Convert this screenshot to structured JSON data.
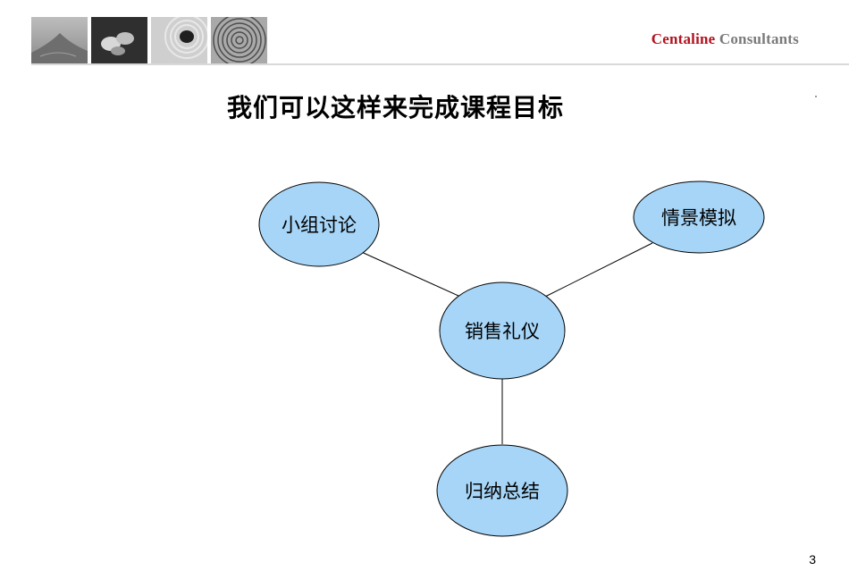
{
  "header": {
    "brand_primary": "Centaline",
    "brand_secondary": " Consultants",
    "brand_primary_color": "#b3121e",
    "brand_secondary_color": "#7a7a7a",
    "images": [
      "sand-mound-image",
      "pebbles-image",
      "raked-sand-stone-image",
      "ripple-rings-image"
    ]
  },
  "title": "我们可以这样来完成课程目标",
  "diagram": {
    "node_fill": "#a6d5f7",
    "node_stroke": "#000000",
    "center": {
      "id": "center",
      "label": "销售礼仪"
    },
    "nodes": [
      {
        "id": "discussion",
        "label": "小组讨论"
      },
      {
        "id": "simulation",
        "label": "情景模拟"
      },
      {
        "id": "summary",
        "label": "归纳总结"
      }
    ],
    "edges": [
      {
        "from": "center",
        "to": "discussion"
      },
      {
        "from": "center",
        "to": "simulation"
      },
      {
        "from": "center",
        "to": "summary"
      }
    ]
  },
  "page_number": "3"
}
